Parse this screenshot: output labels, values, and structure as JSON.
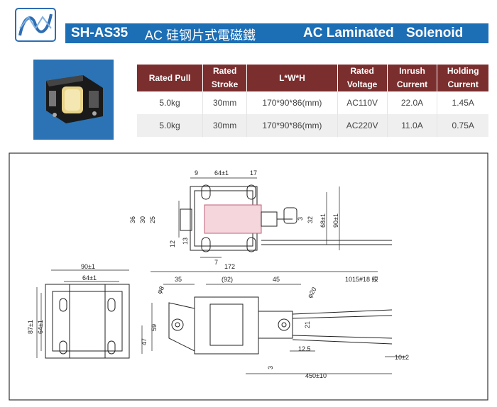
{
  "header": {
    "model": "SH-AS35",
    "title_cn": "AC 硅钢片式電磁鐵",
    "title_en_1": "AC Laminated",
    "title_en_2": "Solenoid"
  },
  "spec_table": {
    "columns": [
      {
        "line1": "Rated Pull",
        "line2": ""
      },
      {
        "line1": "Rated",
        "line2": "Stroke"
      },
      {
        "line1": "L*W*H",
        "line2": ""
      },
      {
        "line1": "Rated",
        "line2": "Voltage"
      },
      {
        "line1": "Inrush",
        "line2": "Current"
      },
      {
        "line1": "Holding",
        "line2": "Current"
      }
    ],
    "rows": [
      [
        "5.0kg",
        "30mm",
        "170*90*86(mm)",
        "AC110V",
        "22.0A",
        "1.45A"
      ],
      [
        "5.0kg",
        "30mm",
        "170*90*86(mm)",
        "AC220V",
        "11.0A",
        "0.75A"
      ]
    ]
  },
  "drawing_dims": {
    "top_9": "9",
    "top_64": "64±1",
    "top_17": "17",
    "left_36": "36",
    "left_30": "30",
    "left_25": "25",
    "left_12": "12",
    "left_13": "13",
    "bottom_7": "7",
    "right_32": "32",
    "right_3": "3",
    "right_68": "68±1",
    "right_90": "90±1",
    "side_90": "90±1",
    "side_64": "64±1",
    "side_87": "87±1",
    "side_64v": "64±1",
    "front_172": "172",
    "front_35": "35",
    "front_92": "(92)",
    "front_45": "45",
    "front_phi8": "φ8",
    "front_phi20": "φ20",
    "front_59": "59",
    "front_47": "47",
    "front_21": "21",
    "front_125": "12.5",
    "front_3": "3",
    "front_450": "450±10",
    "front_10": "10±2",
    "front_wire": "1015#18 線"
  }
}
